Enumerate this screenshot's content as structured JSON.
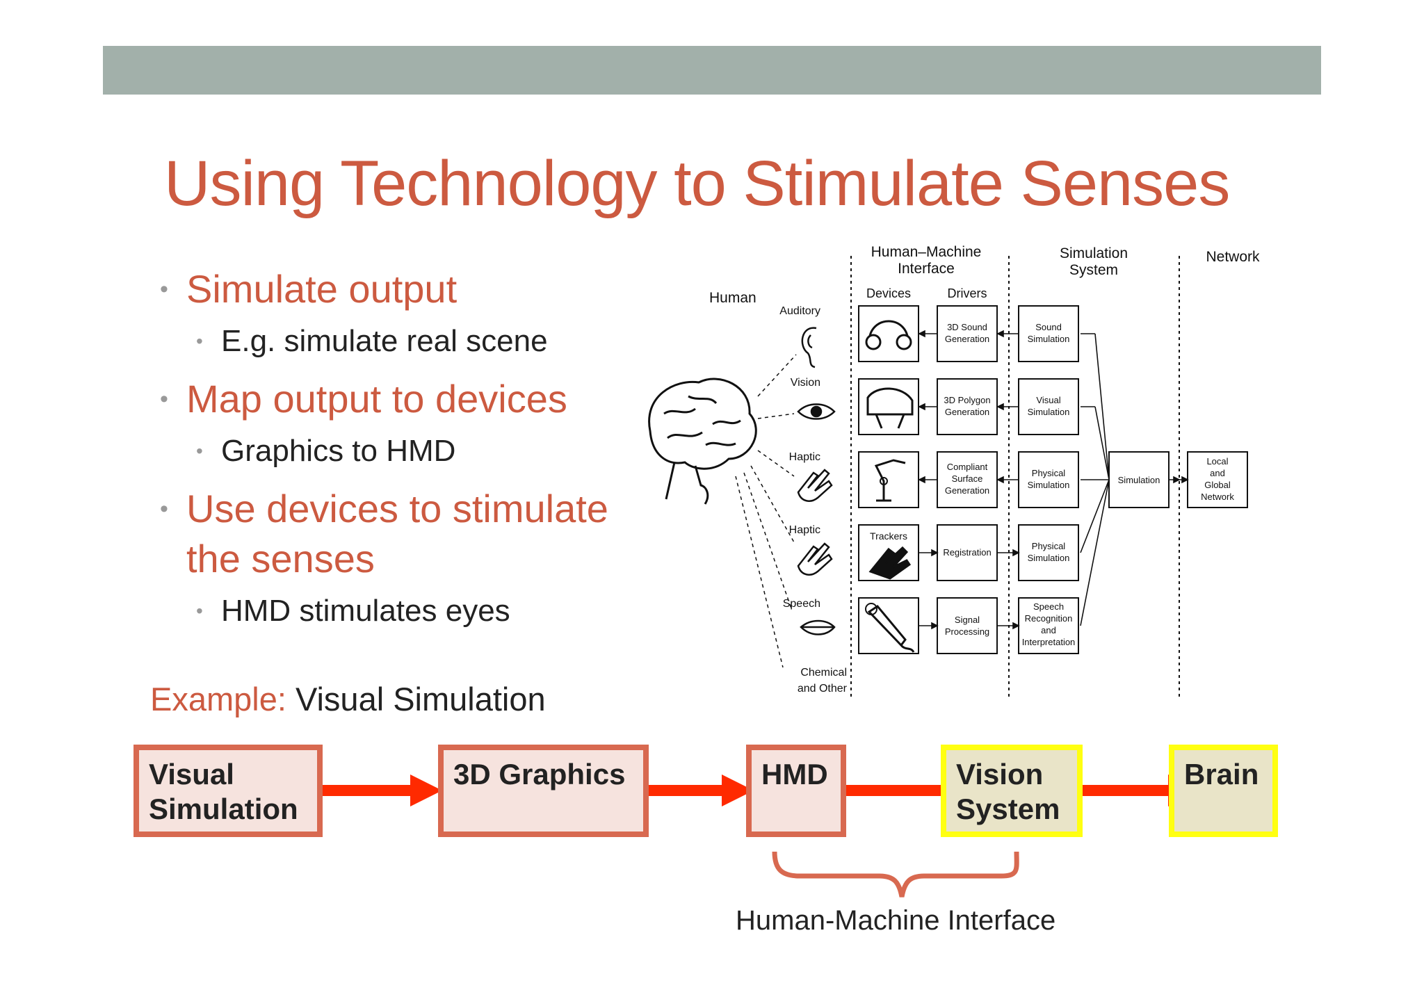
{
  "slide": {
    "title": "Using Technology to Stimulate Senses",
    "bullets": [
      {
        "text": "Simulate output",
        "sub": [
          "E.g. simulate real scene"
        ]
      },
      {
        "text": "Map output to devices",
        "sub": [
          "Graphics to HMD"
        ]
      },
      {
        "text": "Use devices to stimulate the senses",
        "sub": [
          "HMD stimulates eyes"
        ]
      }
    ],
    "example_label": "Example:",
    "example_value": "Visual Simulation"
  },
  "diagram": {
    "headers": {
      "human": "Human",
      "hmi_line1": "Human–Machine",
      "hmi_line2": "Interface",
      "devices": "Devices",
      "drivers": "Drivers",
      "sim_line1": "Simulation",
      "sim_line2": "System",
      "network": "Network"
    },
    "senses": [
      "Auditory",
      "Vision",
      "Haptic",
      "Haptic",
      "Speech"
    ],
    "senses_last": [
      "Chemical",
      "and Other"
    ],
    "trackers_label": "Trackers",
    "drivers": [
      [
        "3D Sound",
        "Generation"
      ],
      [
        "3D Polygon",
        "Generation"
      ],
      [
        "Compliant",
        "Surface",
        "Generation"
      ],
      [
        "Registration"
      ],
      [
        "Signal",
        "Processing"
      ]
    ],
    "sim_boxes": [
      [
        "Sound",
        "Simulation"
      ],
      [
        "Visual",
        "Simulation"
      ],
      [
        "Physical",
        "Simulation"
      ],
      [
        "Physical",
        "Simulation"
      ],
      [
        "Speech",
        "Recognition",
        "and",
        "Interpretation"
      ]
    ],
    "simulation_label": "Simulation",
    "network_box": [
      "Local",
      "and",
      "Global",
      "Network"
    ]
  },
  "flow": {
    "boxes": [
      {
        "label": "Visual Simulation"
      },
      {
        "label": "3D Graphics"
      },
      {
        "label": "HMD"
      },
      {
        "label": "Vision System"
      },
      {
        "label": "Brain"
      }
    ],
    "brace_label": "Human-Machine Interface",
    "colors": {
      "box_border": "#d86950",
      "box_fill": "#f6e3de",
      "highlight_border": "#ffff11",
      "highlight_fill": "#e9e4c8",
      "arrow": "#ff2a00"
    }
  }
}
